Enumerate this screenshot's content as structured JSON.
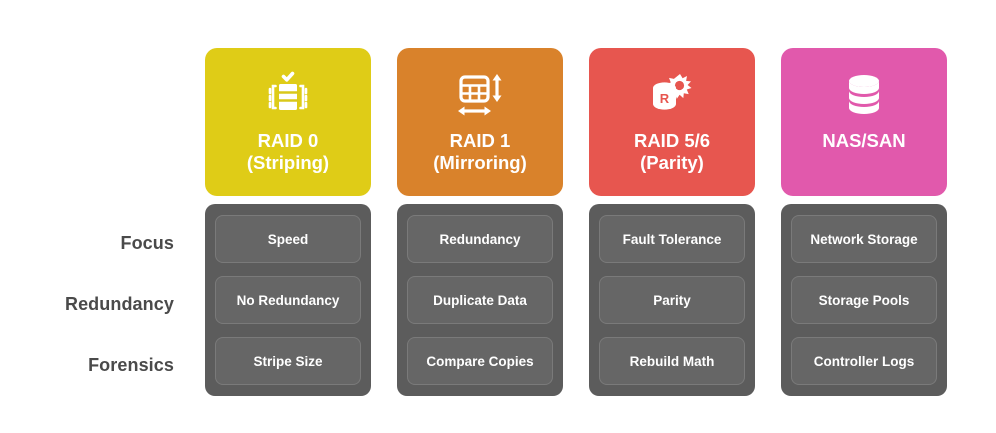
{
  "rows": [
    {
      "label": "Focus"
    },
    {
      "label": "Redundancy"
    },
    {
      "label": "Forensics"
    }
  ],
  "columns": [
    {
      "title": "RAID 0\n(Striping)",
      "color": "#DFCC17",
      "icon": "striped-disk-check-icon",
      "cells": [
        "Speed",
        "No Redundancy",
        "Stripe Size"
      ]
    },
    {
      "title": "RAID 1\n(Mirroring)",
      "color": "#D9822B",
      "icon": "mirror-grid-arrows-icon",
      "cells": [
        "Redundancy",
        "Duplicate Data",
        "Compare Copies"
      ]
    },
    {
      "title": "RAID 5/6\n(Parity)",
      "color": "#E7564F",
      "icon": "parity-drive-gear-icon",
      "cells": [
        "Fault Tolerance",
        "Parity",
        "Rebuild Math"
      ]
    },
    {
      "title": "NAS/SAN",
      "color": "#E159AC",
      "icon": "database-stack-icon",
      "cells": [
        "Network Storage",
        "Storage Pools",
        "Controller Logs"
      ]
    }
  ],
  "theme": {
    "panel_gray": "#5C5C5C",
    "pill_gray": "#666666",
    "pill_border": "#7A7A7A",
    "label_gray": "#4A4A4A",
    "background": "#FFFFFF"
  }
}
